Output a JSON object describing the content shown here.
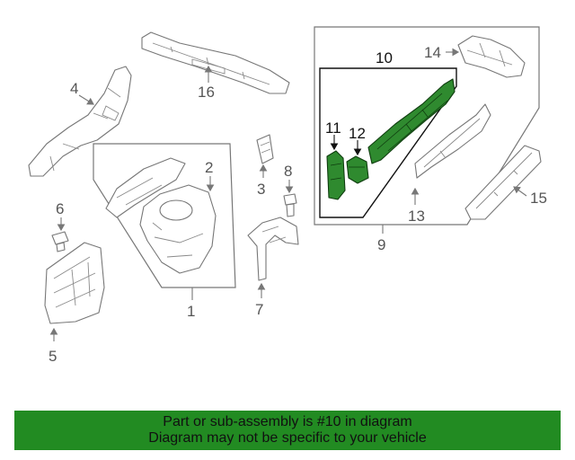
{
  "banner": {
    "line1": "Part or sub-assembly is #10 in diagram",
    "line2": "Diagram may not be specific to your vehicle",
    "color": "#228b22"
  },
  "highlight_color": "#2f8a2f",
  "callouts": {
    "c1": "1",
    "c2": "2",
    "c3": "3",
    "c4": "4",
    "c5": "5",
    "c6": "6",
    "c7": "7",
    "c8": "8",
    "c9": "9",
    "c10": "10",
    "c11": "11",
    "c12": "12",
    "c13": "13",
    "c14": "14",
    "c15": "15",
    "c16": "16"
  }
}
